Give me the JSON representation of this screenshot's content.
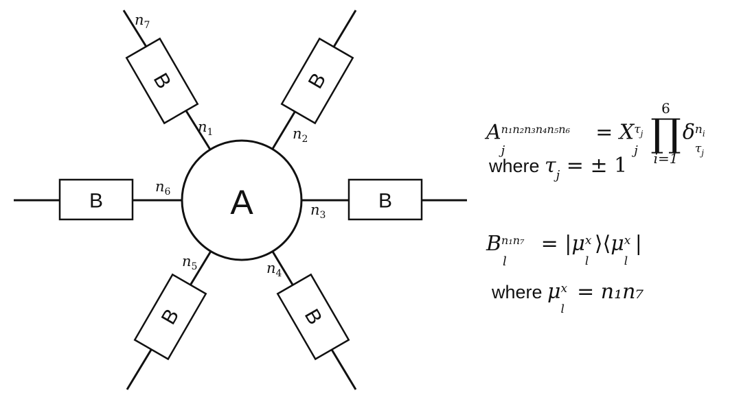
{
  "diagram": {
    "center_label": "A",
    "box_label": "B",
    "indices": {
      "n1": {
        "base": "n",
        "sub": "1"
      },
      "n2": {
        "base": "n",
        "sub": "2"
      },
      "n3": {
        "base": "n",
        "sub": "3"
      },
      "n4": {
        "base": "n",
        "sub": "4"
      },
      "n5": {
        "base": "n",
        "sub": "5"
      },
      "n6": {
        "base": "n",
        "sub": "6"
      },
      "n7": {
        "base": "n",
        "sub": "7"
      }
    }
  },
  "equations": {
    "a_lhs_base": "A",
    "a_lhs_sub": "j",
    "a_lhs_sup": "n₁n₂n₃n₄n₅n₆",
    "a_eq": " = ",
    "a_x_base": "X",
    "a_x_sub": "j",
    "a_x_sup_base": "τ",
    "a_x_sup_sub": "j",
    "a_prod_upper": "6",
    "a_prod_symbol": "∏",
    "a_prod_lower": "i=1",
    "a_delta_base": "δ",
    "a_delta_sup_base": "n",
    "a_delta_sup_sub": "i",
    "a_delta_sub_base": "τ",
    "a_delta_sub_sub": "j",
    "where_word": "where ",
    "tau_condition": "τ",
    "tau_sub": "j",
    "tau_rhs": " = ± 1",
    "b_lhs_base": "B",
    "b_lhs_sub": "l",
    "b_lhs_sup": "n₁n₇",
    "b_rhs_open": " = |",
    "b_mu": "μ",
    "b_mu_sup": "x",
    "b_mu_sub": "l",
    "b_mid": "⟩⟨",
    "b_close": "|",
    "mu_condition_rhs": " = n₁n₇"
  }
}
